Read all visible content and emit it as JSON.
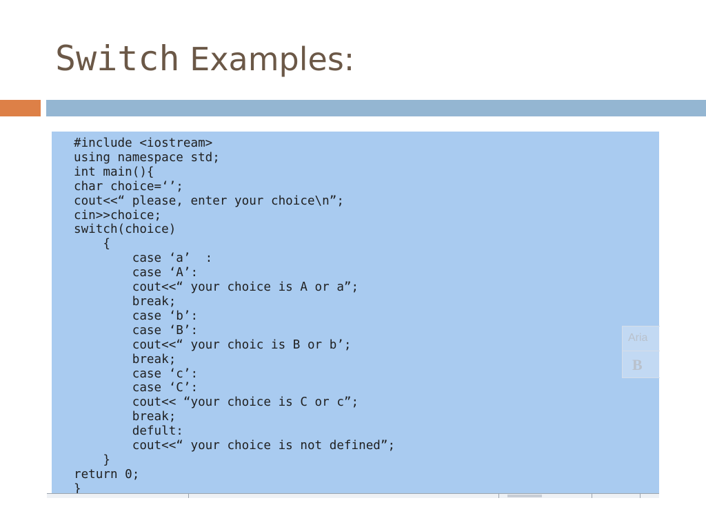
{
  "slide": {
    "title_code_word": "Switch",
    "title_rest": "Examples:"
  },
  "code_listing": {
    "text": "#include <iostream>\nusing namespace std;\nint main(){\nchar choice=‘’;\ncout<<“ please, enter your choice\\n”;\ncin>>choice;\nswitch(choice)\n    {\n        case ‘a’  :\n        case ‘A’:\n        cout<<“ your choice is A or a”;\n        break;\n        case ‘b’:\n        case ‘B’:\n        cout<<“ your choic is B or b’;\n        break;\n        case ‘c’:\n        case ‘C’:\n        cout<< “your choice is C or c”;\n        break;\n        defult:\n        cout<<“ your choice is not defined”;\n    }\nreturn 0;\n}"
  },
  "ghost_toolbar": {
    "font_name": "Aria",
    "bold_label": "B"
  },
  "colors": {
    "title": "#6b5847",
    "accent_orange": "#dd8047",
    "accent_blue": "#94b6d2",
    "code_background": "#a9cbf0"
  }
}
